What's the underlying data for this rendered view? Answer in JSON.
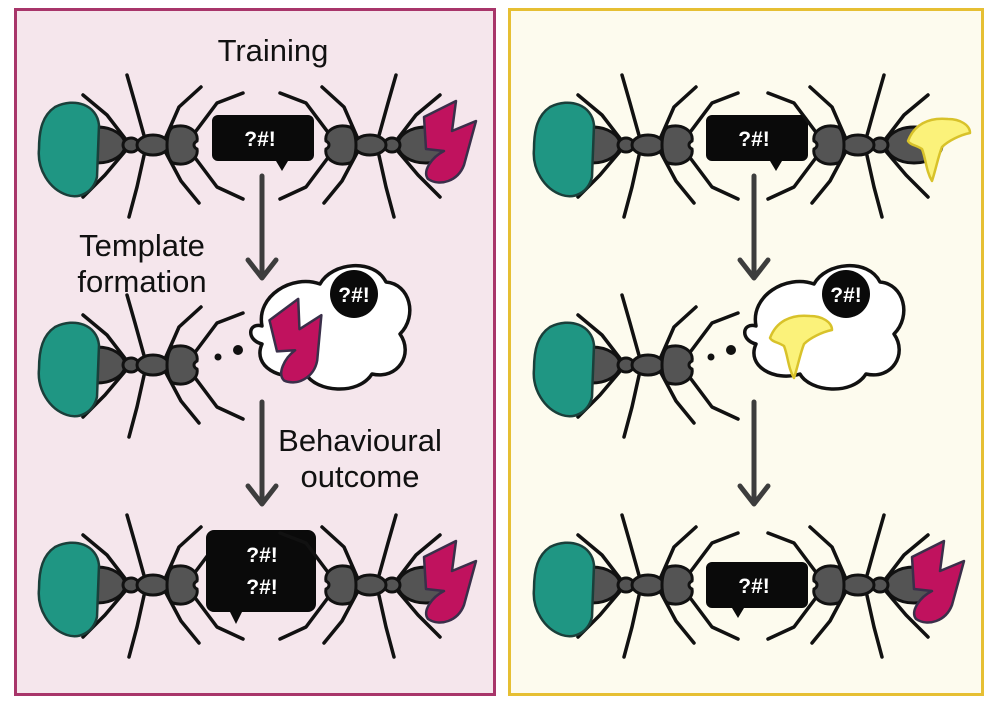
{
  "labels": {
    "training": "Training",
    "template_formation_1": "Template",
    "template_formation_2": "formation",
    "behavioural_outcome_1": "Behavioural",
    "behavioural_outcome_2": "outcome"
  },
  "bubbles": {
    "signal": "?#!",
    "signal_repeated_1": "?#!",
    "signal_repeated_2": "?#!"
  },
  "colors": {
    "left_panel_bg": "#f5e6ec",
    "left_panel_border": "#a8356a",
    "right_panel_bg": "#fdfbee",
    "right_panel_border": "#e6bf33",
    "nestmate_label": "#1f9683",
    "magenta_label": "#c0125e",
    "yellow_label": "#fbf27a",
    "ant_body": "#545454"
  }
}
